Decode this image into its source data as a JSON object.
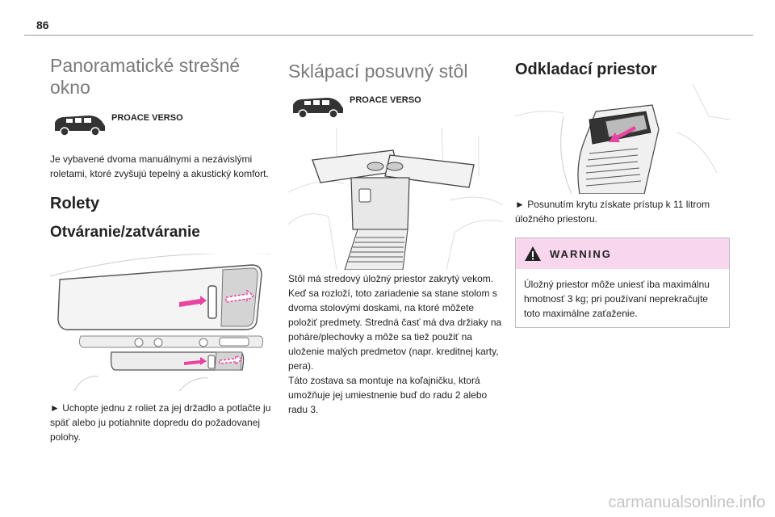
{
  "page": {
    "number": "86",
    "watermark": "carmanualsonline.info"
  },
  "col1": {
    "title": "Panoramatické strešné okno",
    "badge": "PROACE VERSO",
    "intro": "Je vybavené dvoma manuálnymi a nezávislými roletami, ktoré zvyšujú tepelný a akustický komfort.",
    "section": "Rolety",
    "subsection": "Otváranie/zatváranie",
    "instruction": "► Uchopte jednu z roliet za jej držadlo a potlačte ju späť alebo ju potiahnite dopredu do požadovanej polohy."
  },
  "col2": {
    "title": "Sklápací posuvný stôl",
    "badge": "PROACE VERSO",
    "p1": "Stôl má stredový úložný priestor zakrytý vekom. Keď sa rozloží, toto zariadenie sa stane stolom s dvoma stolovými doskami, na ktoré môžete položiť predmety. Stredná časť má dva držiaky na poháre/plechovky a môže sa tiež použiť na uloženie malých predmetov (napr. kreditnej karty, pera).",
    "p2": "Táto zostava sa montuje na koľajničku, ktorá umožňuje jej umiestnenie buď do radu 2 alebo radu 3."
  },
  "col3": {
    "title": "Odkladací priestor",
    "instruction": "► Posunutím krytu získate prístup k 11 litrom úložného priestoru.",
    "warning": {
      "title": "WARNING",
      "text": "Úložný priestor môže uniesť iba maximálnu hmotnosť 3 kg; pri používaní neprekračujte toto maximálne zaťaženie."
    }
  },
  "colors": {
    "accent_pink": "#e9449f",
    "warning_bg": "#f8d6ee",
    "heading_gray": "#7a7a7a"
  }
}
